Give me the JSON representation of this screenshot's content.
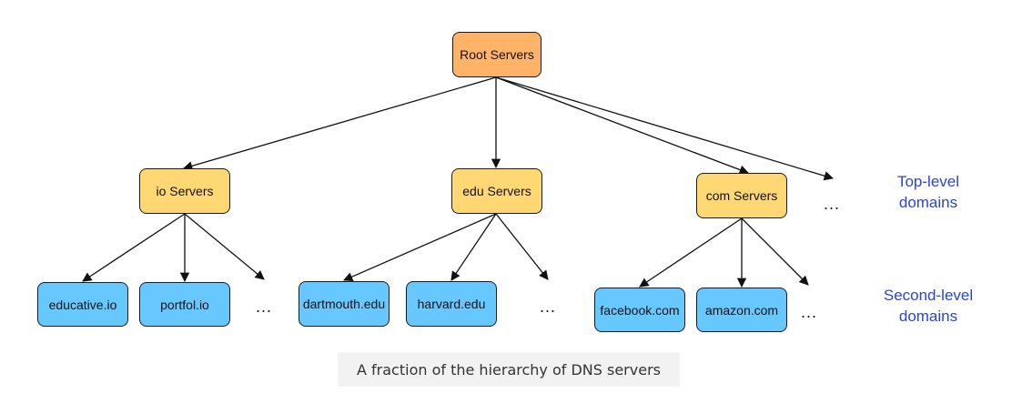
{
  "root": {
    "label": "Root Servers",
    "color": "#ffb366"
  },
  "top_level": {
    "nodes": [
      "io Servers",
      "edu Servers",
      "com Servers"
    ],
    "ellipsis": "...",
    "label_line1": "Top-level",
    "label_line2": "domains",
    "color": "#ffd873"
  },
  "second_level": {
    "groups": [
      {
        "parent": "io Servers",
        "nodes": [
          "educative.io",
          "portfol.io"
        ],
        "ellipsis": "..."
      },
      {
        "parent": "edu Servers",
        "nodes": [
          "dartmouth.edu",
          "harvard.edu"
        ],
        "ellipsis": "..."
      },
      {
        "parent": "com Servers",
        "nodes": [
          "facebook.com",
          "amazon.com"
        ],
        "ellipsis": "..."
      }
    ],
    "label_line1": "Second-level",
    "label_line2": "domains",
    "color": "#66c8ff"
  },
  "caption": "A fraction of the hierarchy of DNS servers",
  "label_color": "#2a44d8"
}
